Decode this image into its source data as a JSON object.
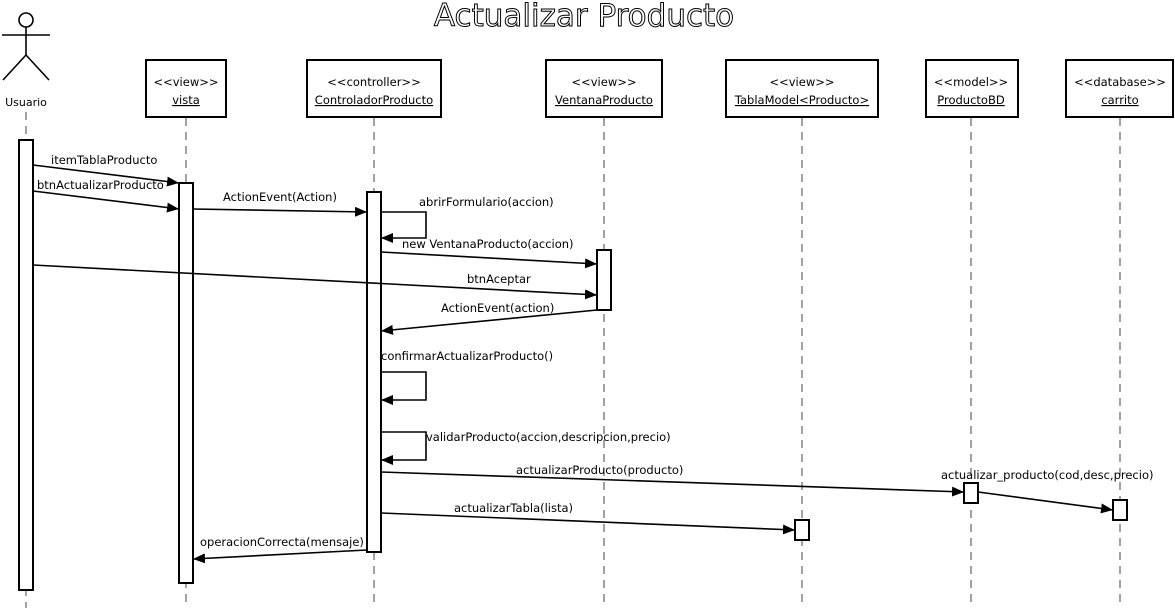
{
  "title": "Actualizar Producto",
  "actor": {
    "label": "Usuario"
  },
  "lifelines": [
    {
      "stereotype": "<<view>>",
      "name": "vista"
    },
    {
      "stereotype": "<<controller>>",
      "name": "ControladorProducto"
    },
    {
      "stereotype": "<<view>>",
      "name": "VentanaProducto"
    },
    {
      "stereotype": "<<view>>",
      "name": "TablaModel<Producto>"
    },
    {
      "stereotype": "<<model>>",
      "name": "ProductoBD"
    },
    {
      "stereotype": "<<database>>",
      "name": "carrito"
    }
  ],
  "messages": [
    {
      "label": "itemTablaProducto"
    },
    {
      "label": "btnActualizarProducto"
    },
    {
      "label": "ActionEvent(Action)"
    },
    {
      "label": "abrirFormulario(accion)"
    },
    {
      "label": "new VentanaProducto(accion)"
    },
    {
      "label": "btnAceptar"
    },
    {
      "label": "ActionEvent(action)"
    },
    {
      "label": "confirmarActualizarProducto()"
    },
    {
      "label": "validarProducto(accion,descripcion,precio)"
    },
    {
      "label": "actualizarProducto(producto)"
    },
    {
      "label": "actualizar_producto(cod,desc,precio)"
    },
    {
      "label": "actualizarTabla(lista)"
    },
    {
      "label": "operacionCorrecta(mensaje)"
    }
  ]
}
